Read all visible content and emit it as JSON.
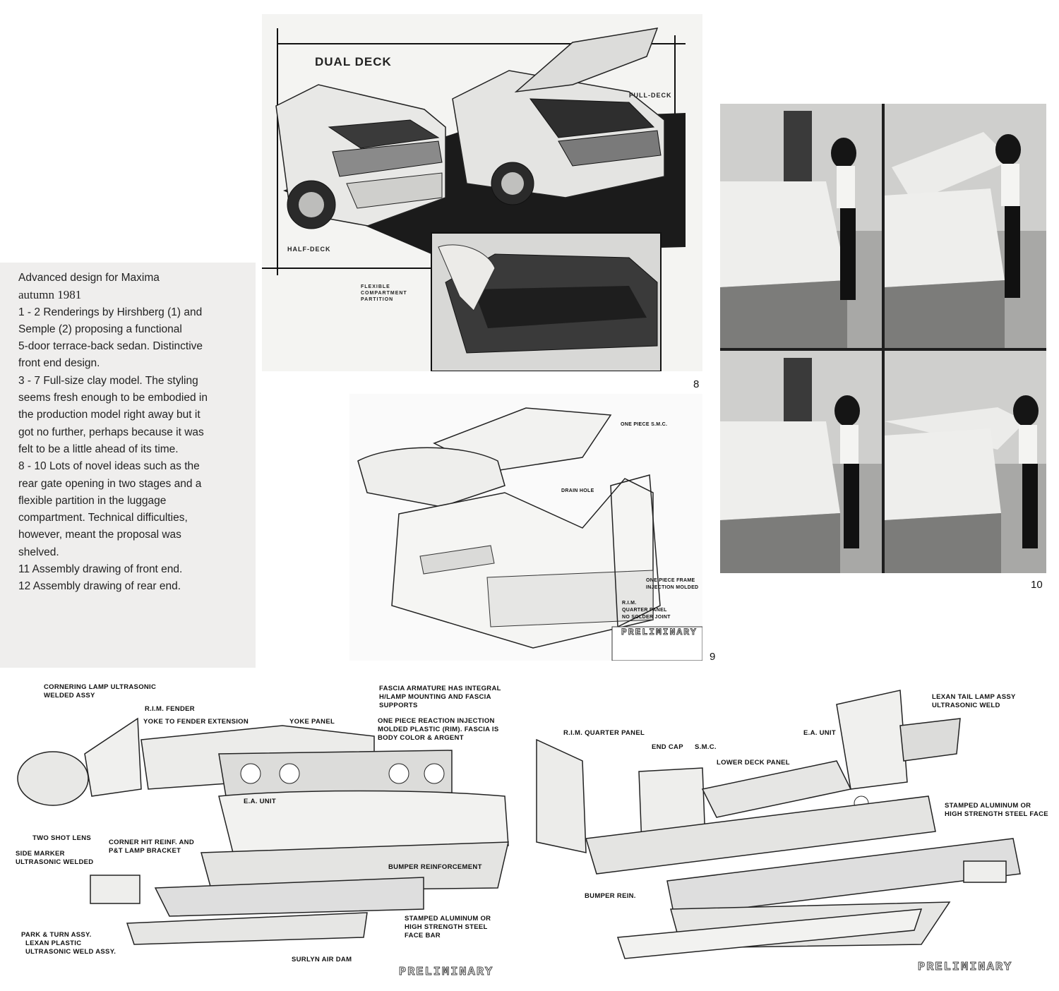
{
  "caption": {
    "lines": [
      "Advanced design for Maxima",
      "autumn 1981",
      "1 - 2  Renderings by Hirshberg (1) and",
      "Semple (2) proposing a functional",
      "5-door terrace-back sedan. Distinctive",
      "front end design.",
      "3 - 7  Full-size clay model. The styling",
      "seems fresh enough to be embodied in",
      "the production model right away but it",
      "got no further, perhaps because it was",
      "felt to be a little ahead of its time.",
      "8 - 10  Lots of novel ideas such as the",
      "rear gate opening in two stages and a",
      "flexible partition in the luggage",
      "compartment. Technical difficulties,",
      "however, meant the proposal was",
      "shelved.",
      "11  Assembly drawing of front end.",
      "12  Assembly drawing of rear end."
    ]
  },
  "fig8": {
    "number": "8",
    "title": "DUAL DECK",
    "full_deck": "FULL-DECK",
    "half_deck": "HALF-DECK",
    "partition": [
      "FLEXIBLE",
      "COMPARTMENT",
      "PARTITION"
    ]
  },
  "fig9": {
    "number": "9",
    "labels": {
      "one_piece_smc": "ONE PIECE S.M.C.",
      "drain_hole": "DRAIN HOLE",
      "frame_1": "ONE PIECE FRAME",
      "frame_2": "INJECTION MOLDED",
      "quarter_1": "R.I.M.",
      "quarter_2": "QUARTER PANEL",
      "quarter_3": "NO SOLDER JOINT"
    },
    "stamp": "PRELIMINARY"
  },
  "fig10": {
    "number": "10"
  },
  "fig11": {
    "labels": {
      "cornering_1": "CORNERING LAMP ULTRASONIC",
      "cornering_2": "WELDED ASSY",
      "rim_fender": "R.I.M. FENDER",
      "yoke_ext": "YOKE TO FENDER EXTENSION",
      "yoke_panel": "YOKE PANEL",
      "fascia_arm_1": "FASCIA ARMATURE HAS INTEGRAL",
      "fascia_arm_2": "H/LAMP MOUNTING AND FASCIA",
      "fascia_arm_3": "SUPPORTS",
      "rim_1": "ONE PIECE REACTION INJECTION",
      "rim_2": "MOLDED PLASTIC (RIM). FASCIA IS",
      "rim_3": "BODY COLOR & ARGENT",
      "ea_unit": "E.A. UNIT",
      "two_shot": "TWO SHOT LENS",
      "side_marker_1": "SIDE MARKER",
      "side_marker_2": "ULTRASONIC WELDED",
      "corner_hit_1": "CORNER HIT REINF. AND",
      "corner_hit_2": "P&T LAMP BRACKET",
      "bumper_reinf": "BUMPER REINFORCEMENT",
      "park_1": "PARK & TURN ASSY.",
      "park_2": "LEXAN PLASTIC",
      "park_3": "ULTRASONIC WELD ASSY.",
      "stamped_1": "STAMPED ALUMINUM OR",
      "stamped_2": "HIGH STRENGTH STEEL",
      "stamped_3": "FACE BAR",
      "surlyn": "SURLYN AIR DAM"
    },
    "stamp": "PRELIMINARY"
  },
  "fig12": {
    "labels": {
      "lexan_1": "LEXAN TAIL LAMP ASSY",
      "lexan_2": "ULTRASONIC WELD",
      "rim_quarter": "R.I.M. QUARTER PANEL",
      "ea_unit": "E.A. UNIT",
      "end_cap": "END CAP",
      "smc": "S.M.C.",
      "lower_deck": "LOWER DECK PANEL",
      "stamped_1": "STAMPED ALUMINUM OR",
      "stamped_2": "HIGH STRENGTH STEEL FACE",
      "bumper_rein": "BUMPER REIN."
    },
    "stamp": "PRELIMINARY"
  }
}
